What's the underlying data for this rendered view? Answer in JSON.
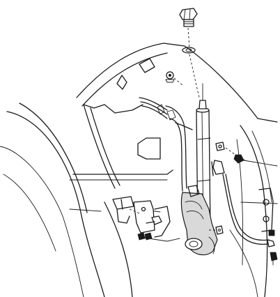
{
  "figure": {
    "kind": "exploded-parts-illustration",
    "style": "black line art on white",
    "components": [
      "mounting-nut",
      "fender-panel",
      "antenna-mast",
      "antenna-motor",
      "mounting-bracket",
      "wiring-harness",
      "ground-strap",
      "fasteners"
    ]
  },
  "colors": {
    "line": "#1a1a1a",
    "background": "#ffffff",
    "shade": "#d9d9d9"
  }
}
